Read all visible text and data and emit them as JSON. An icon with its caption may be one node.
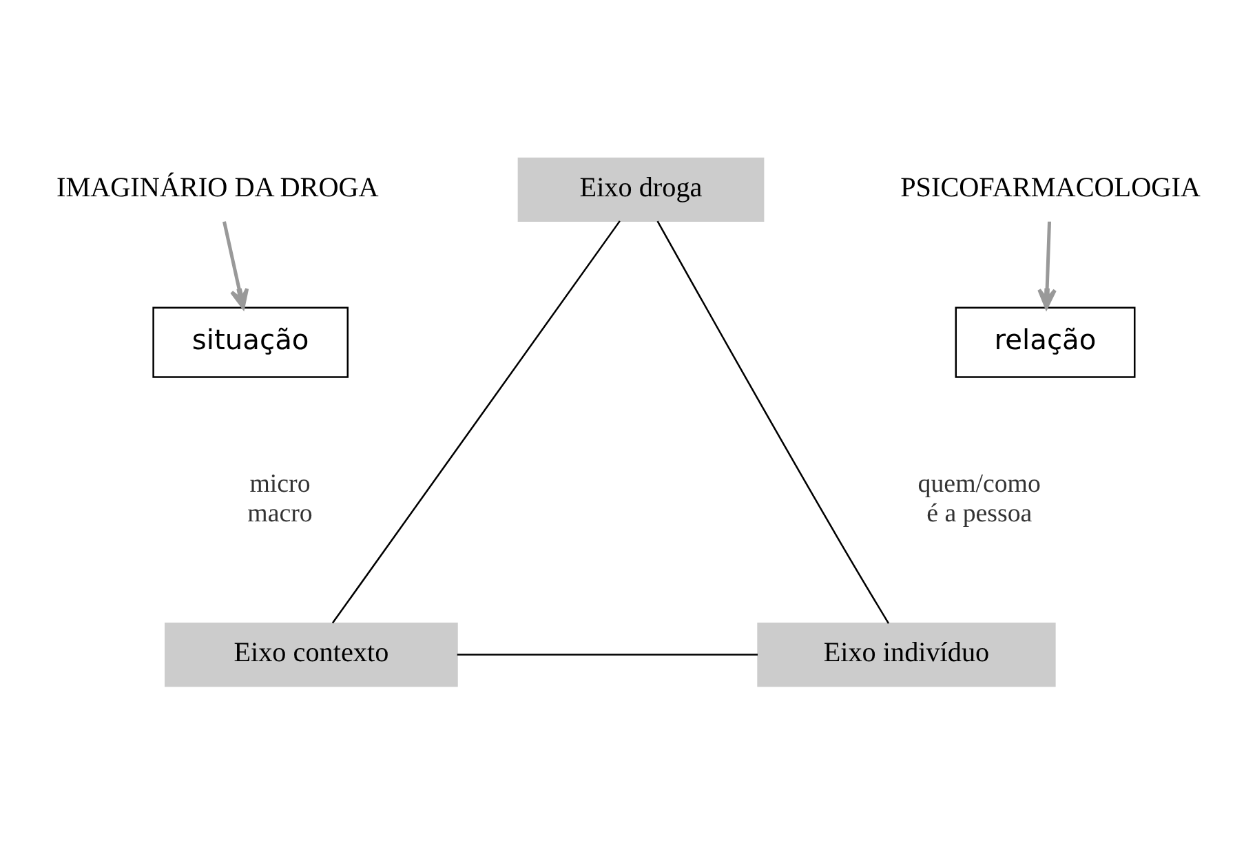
{
  "diagram": {
    "nodes": [
      {
        "text": [
          "IMAGINÁRIO DA DROGA"
        ]
      },
      {
        "text": [
          "Eixo droga"
        ]
      },
      {
        "text": [
          "PSICOFARMACOLOGIA"
        ]
      },
      {
        "text": [
          "situação"
        ]
      },
      {
        "text": [
          "relação"
        ]
      },
      {
        "text": [
          "Eixo contexto"
        ]
      },
      {
        "text": [
          "Eixo indivíduo"
        ]
      }
    ],
    "edges": [
      {
        "from": 0,
        "to": 3,
        "arrow": "to",
        "color": "#999999"
      },
      {
        "from": 2,
        "to": 4,
        "arrow": "to",
        "color": "#999999"
      },
      {
        "from": 1,
        "to": 5,
        "arrow": "none"
      },
      {
        "from": 1,
        "to": 6,
        "arrow": "none"
      },
      {
        "from": 5,
        "to": 6,
        "arrow": "none"
      }
    ],
    "labels": [
      "micro macro",
      "quem/como é a pessoa"
    ]
  }
}
